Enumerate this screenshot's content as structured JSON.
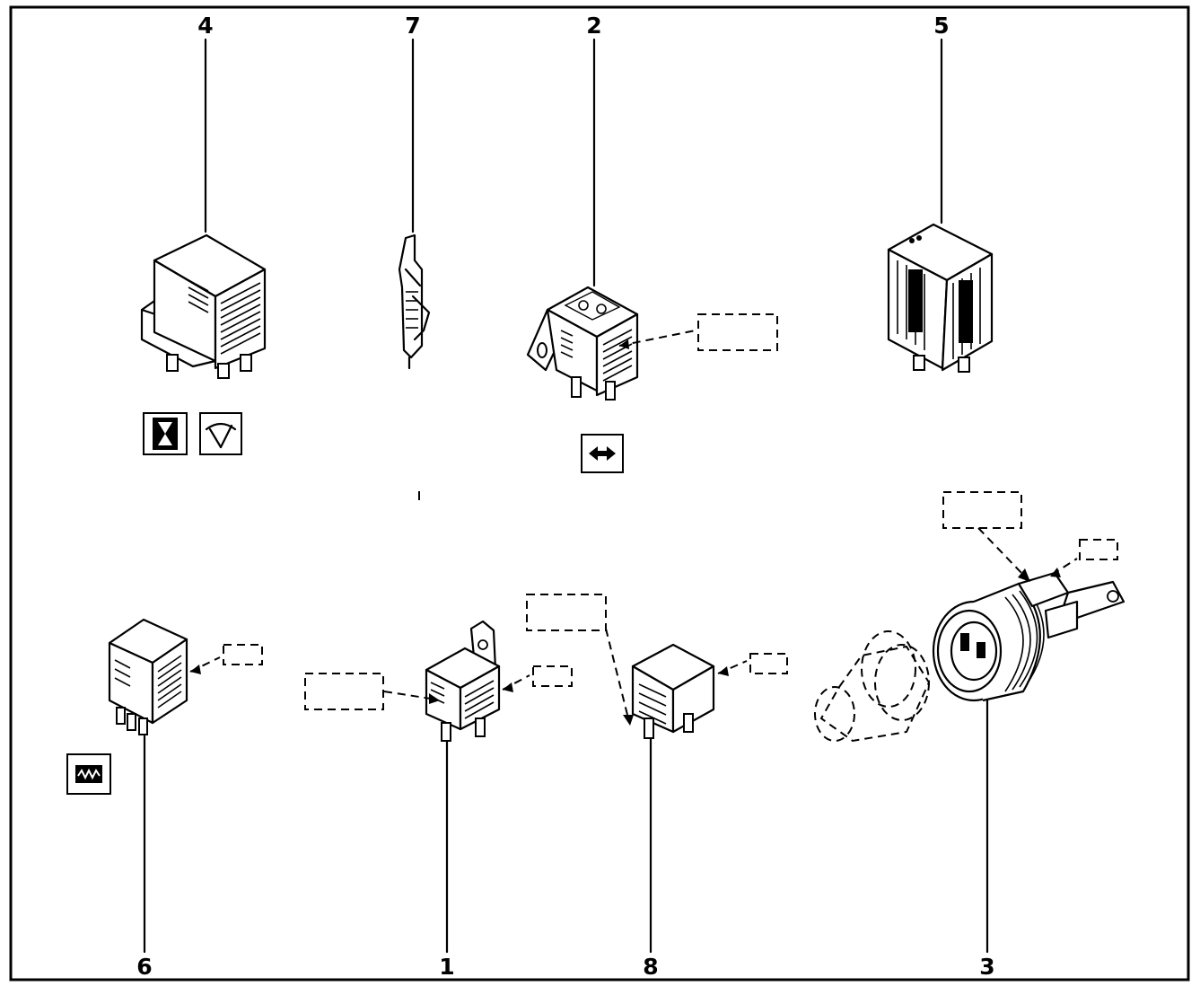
{
  "parts": [
    {
      "id": "part-4",
      "label": "4"
    },
    {
      "id": "part-7",
      "label": "7"
    },
    {
      "id": "part-2",
      "label": "2"
    },
    {
      "id": "part-5",
      "label": "5"
    },
    {
      "id": "part-6",
      "label": "6"
    },
    {
      "id": "part-1",
      "label": "1"
    },
    {
      "id": "part-8",
      "label": "8"
    },
    {
      "id": "part-3",
      "label": "3"
    }
  ],
  "symbols": [
    "hourglass-timer-icon",
    "windscreen-wiper-icon",
    "direction-indicator-icon",
    "heater-element-icon"
  ]
}
